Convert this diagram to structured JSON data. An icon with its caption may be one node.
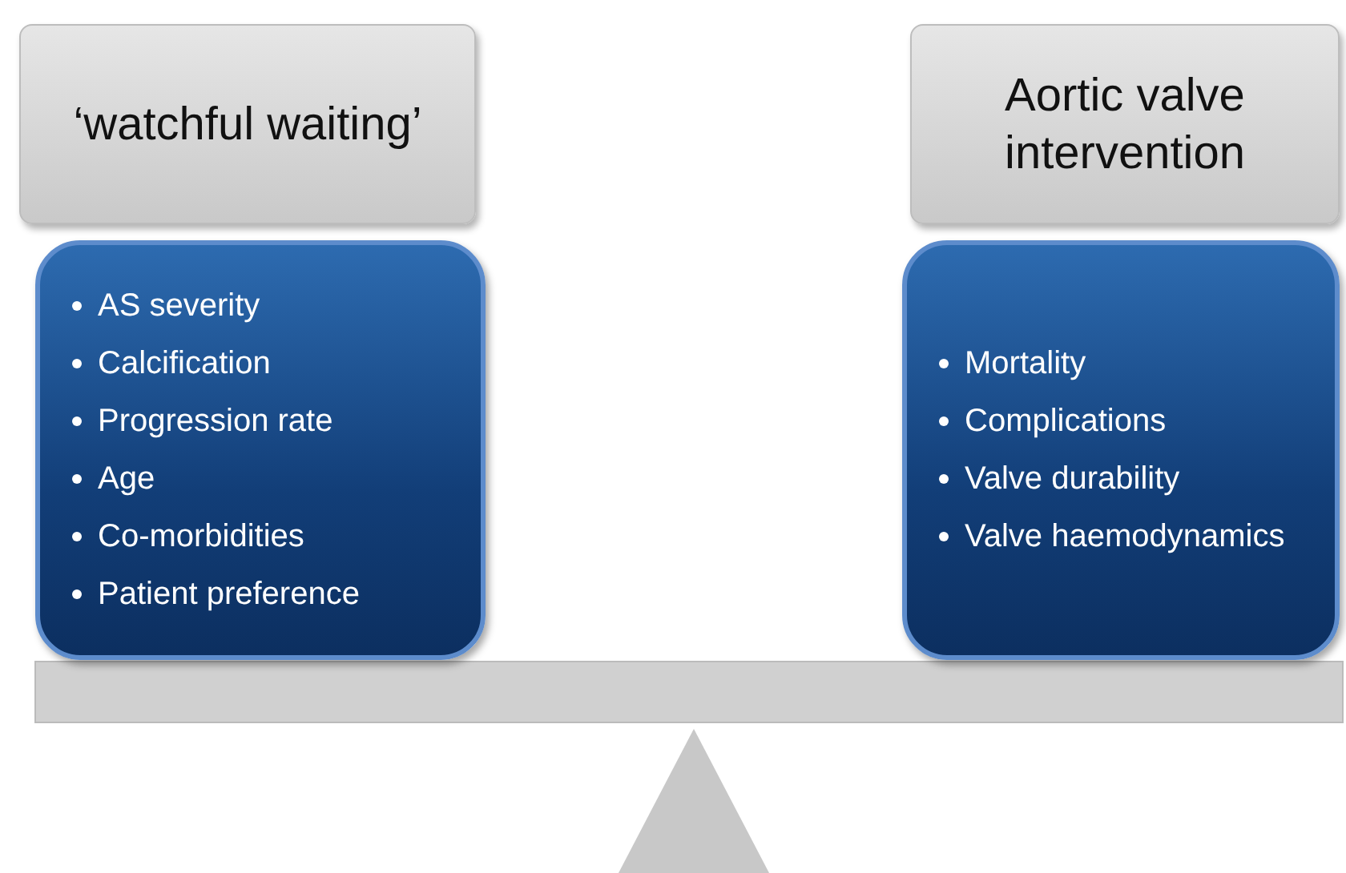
{
  "diagram": {
    "nodes": [
      {
        "text": [
          "‘watchful waiting’"
        ]
      },
      {
        "text": [
          "AS severity",
          "Calcification",
          "Progression rate",
          "Age",
          "Co-morbidities",
          "Patient preference"
        ]
      },
      {
        "text": [
          "Aortic valve intervention"
        ]
      },
      {
        "text": [
          "Mortality",
          "Complications",
          "Valve durability",
          "Valve haemodynamics"
        ]
      }
    ],
    "edges": []
  }
}
